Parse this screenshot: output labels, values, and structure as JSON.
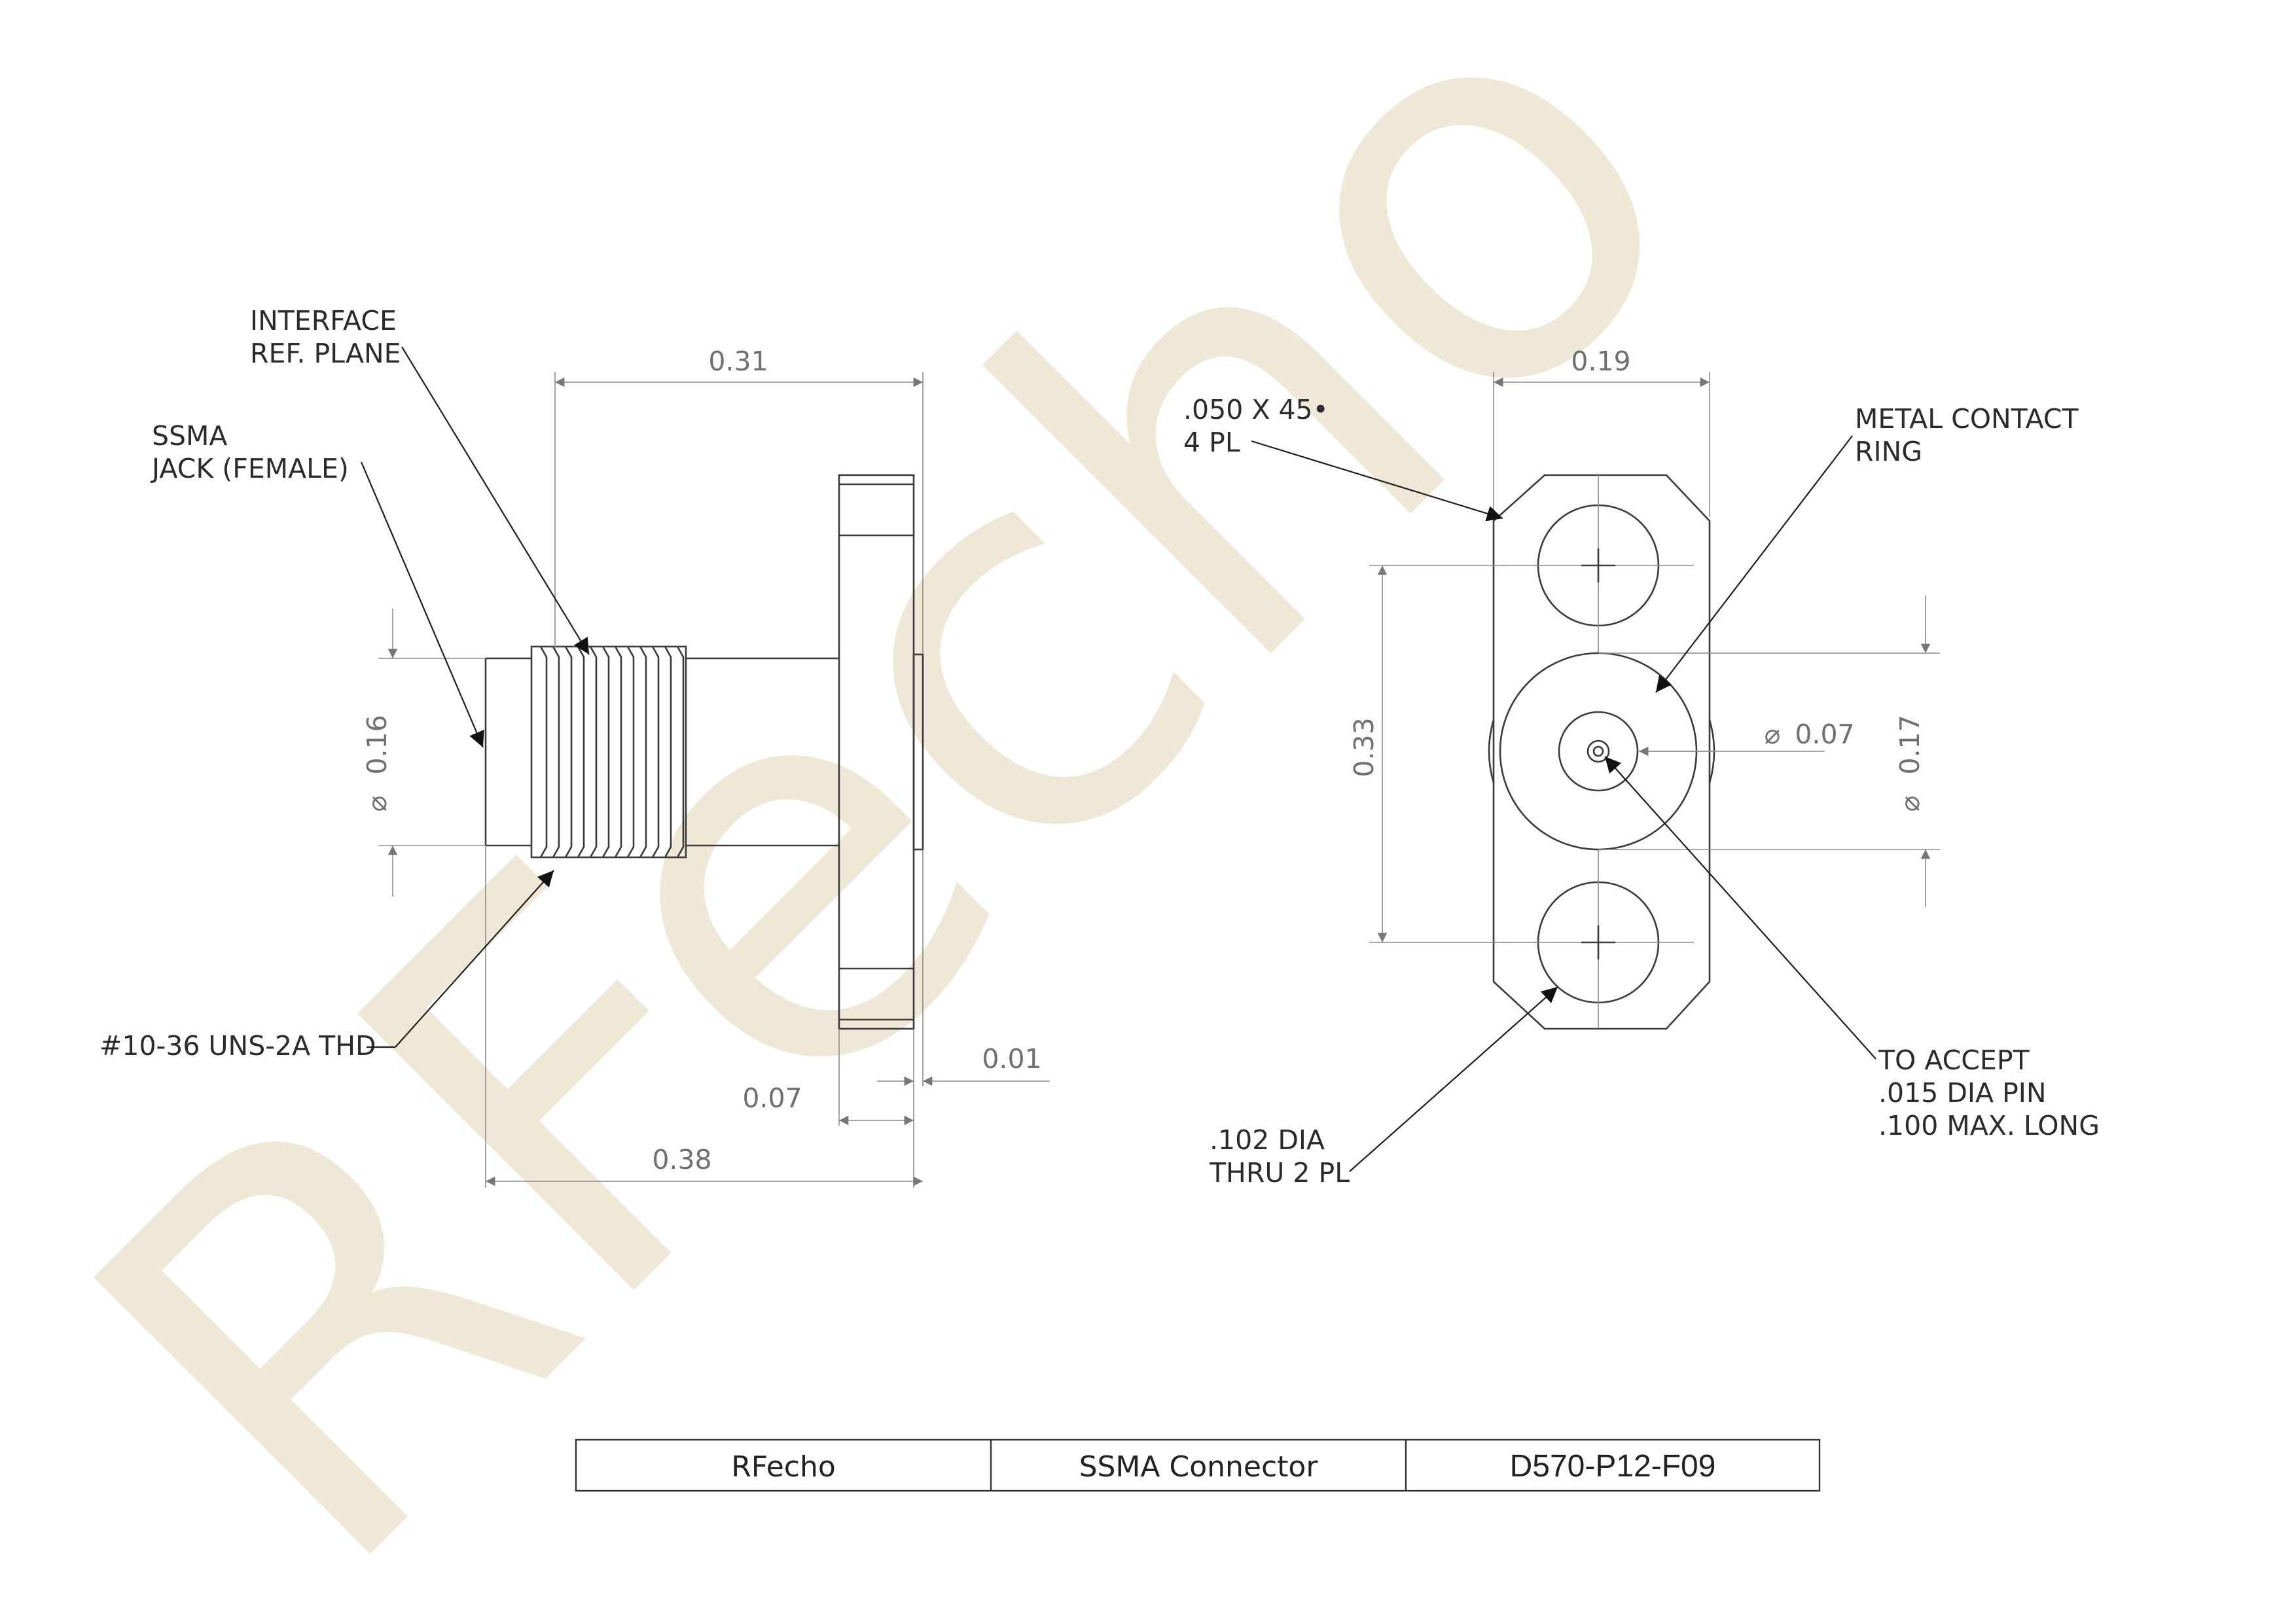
{
  "watermark": {
    "text": "RFecho",
    "color": "#efe8d6"
  },
  "side_view": {
    "labels": {
      "interface": [
        "INTERFACE",
        "REF. PLANE"
      ],
      "jack": [
        "SSMA",
        "JACK (FEMALE)"
      ],
      "thread": "#10-36 UNS-2A THD"
    },
    "dims": {
      "top_length": "0.31",
      "diameter": "0.16",
      "small_gap": "0.01",
      "flange": "0.07",
      "overall": "0.38"
    }
  },
  "end_view": {
    "labels": {
      "chamfer": [
        ".050 X 45•",
        "4 PL"
      ],
      "contact_ring": [
        "METAL CONTACT",
        "RING"
      ],
      "accept_pin": [
        "TO ACCEPT",
        ".015 DIA PIN",
        ".100 MAX. LONG"
      ],
      "holes": [
        ".102 DIA",
        "THRU 2 PL"
      ]
    },
    "dims": {
      "width": "0.19",
      "hole_spacing": "0.33",
      "pin_diameter": "0.07",
      "ring_diameter": "0.17"
    },
    "diameter_symbol": "⌀"
  },
  "title_block": {
    "company": "RFecho",
    "description": "SSMA Connector",
    "part_number": "D570-P12-F09"
  }
}
